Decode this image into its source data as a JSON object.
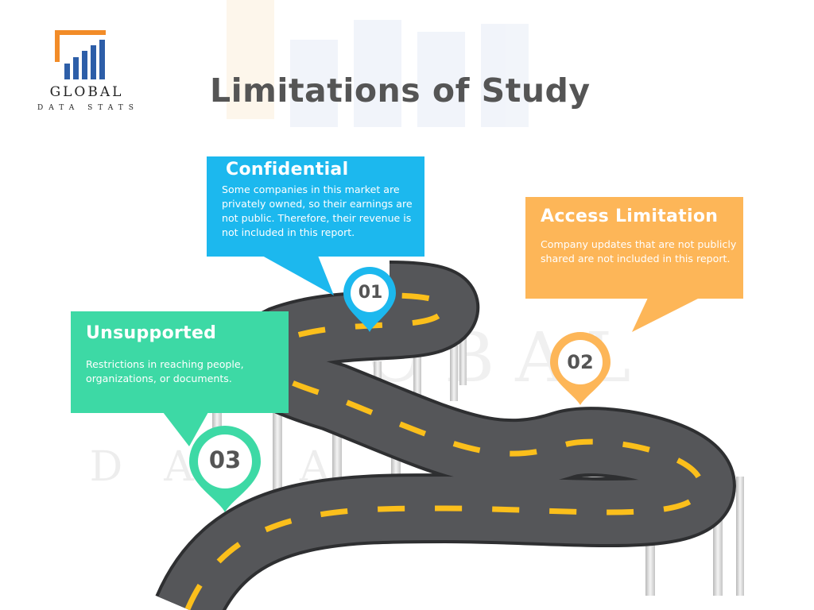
{
  "logo": {
    "word1": "GLOBAL",
    "word2": "DATA STATS",
    "colors": {
      "accent": "#f28c28",
      "bars": "#2d5ea8"
    }
  },
  "title": "Limitations of Study",
  "callouts": {
    "confidential": {
      "number": "01",
      "title": "Confidential",
      "body": "Some companies in this market are privately owned, so their earnings are not public. Therefore, their revenue is not included in this report.",
      "color": "#1cb8ee"
    },
    "access": {
      "number": "02",
      "title": "Access Limitation",
      "body": "Company updates that are not publicly shared are not included in this report.",
      "color": "#fdb658"
    },
    "unsupported": {
      "number": "03",
      "title": "Unsupported",
      "body": "Restrictions in reaching people, organizations, or documents.",
      "color": "#3dd9a5"
    }
  },
  "watermark": {
    "word1": "GLOBAL",
    "word2": "DATA STATS"
  },
  "colors": {
    "road": "#555659",
    "road_edge": "#2e2f31",
    "lane": "#fbbf1b",
    "pillar": "#dcdcdc"
  }
}
